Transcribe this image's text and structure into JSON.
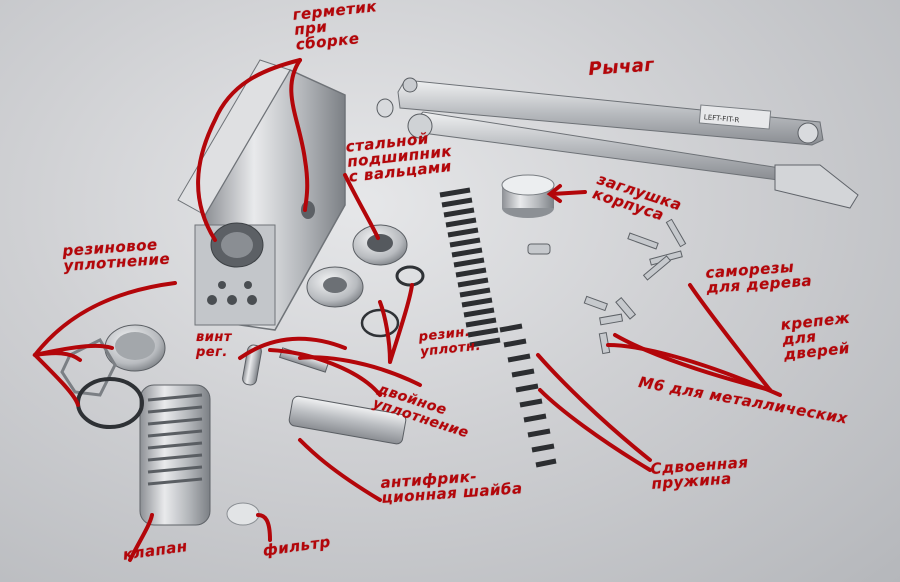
{
  "labels": {
    "sealant": "герметик\nпри\nсборке",
    "lever": "Рычаг",
    "bearing": "стальной\nподшипник\nс вальцами",
    "cap": "заглушка\nкорпуса",
    "rubber_seal": "резиновое\nуплотнение",
    "screws_wood": "саморезы\nдля дерева",
    "fasteners": "крепеж\nдля\nдверей",
    "m6_metal": "М6 для металлических",
    "adjust_screw": "винт\nрег.",
    "rubber_seals_small": "резин.\nуплотн.",
    "double_seal": "двойное\nуплотнение",
    "antifriction": "антифрик-\nционная шайба",
    "double_spring": "Сдвоенная\nпружина",
    "valve": "клапан",
    "filter": "фильтр"
  },
  "plate_text": "LEFT-FIT-R"
}
